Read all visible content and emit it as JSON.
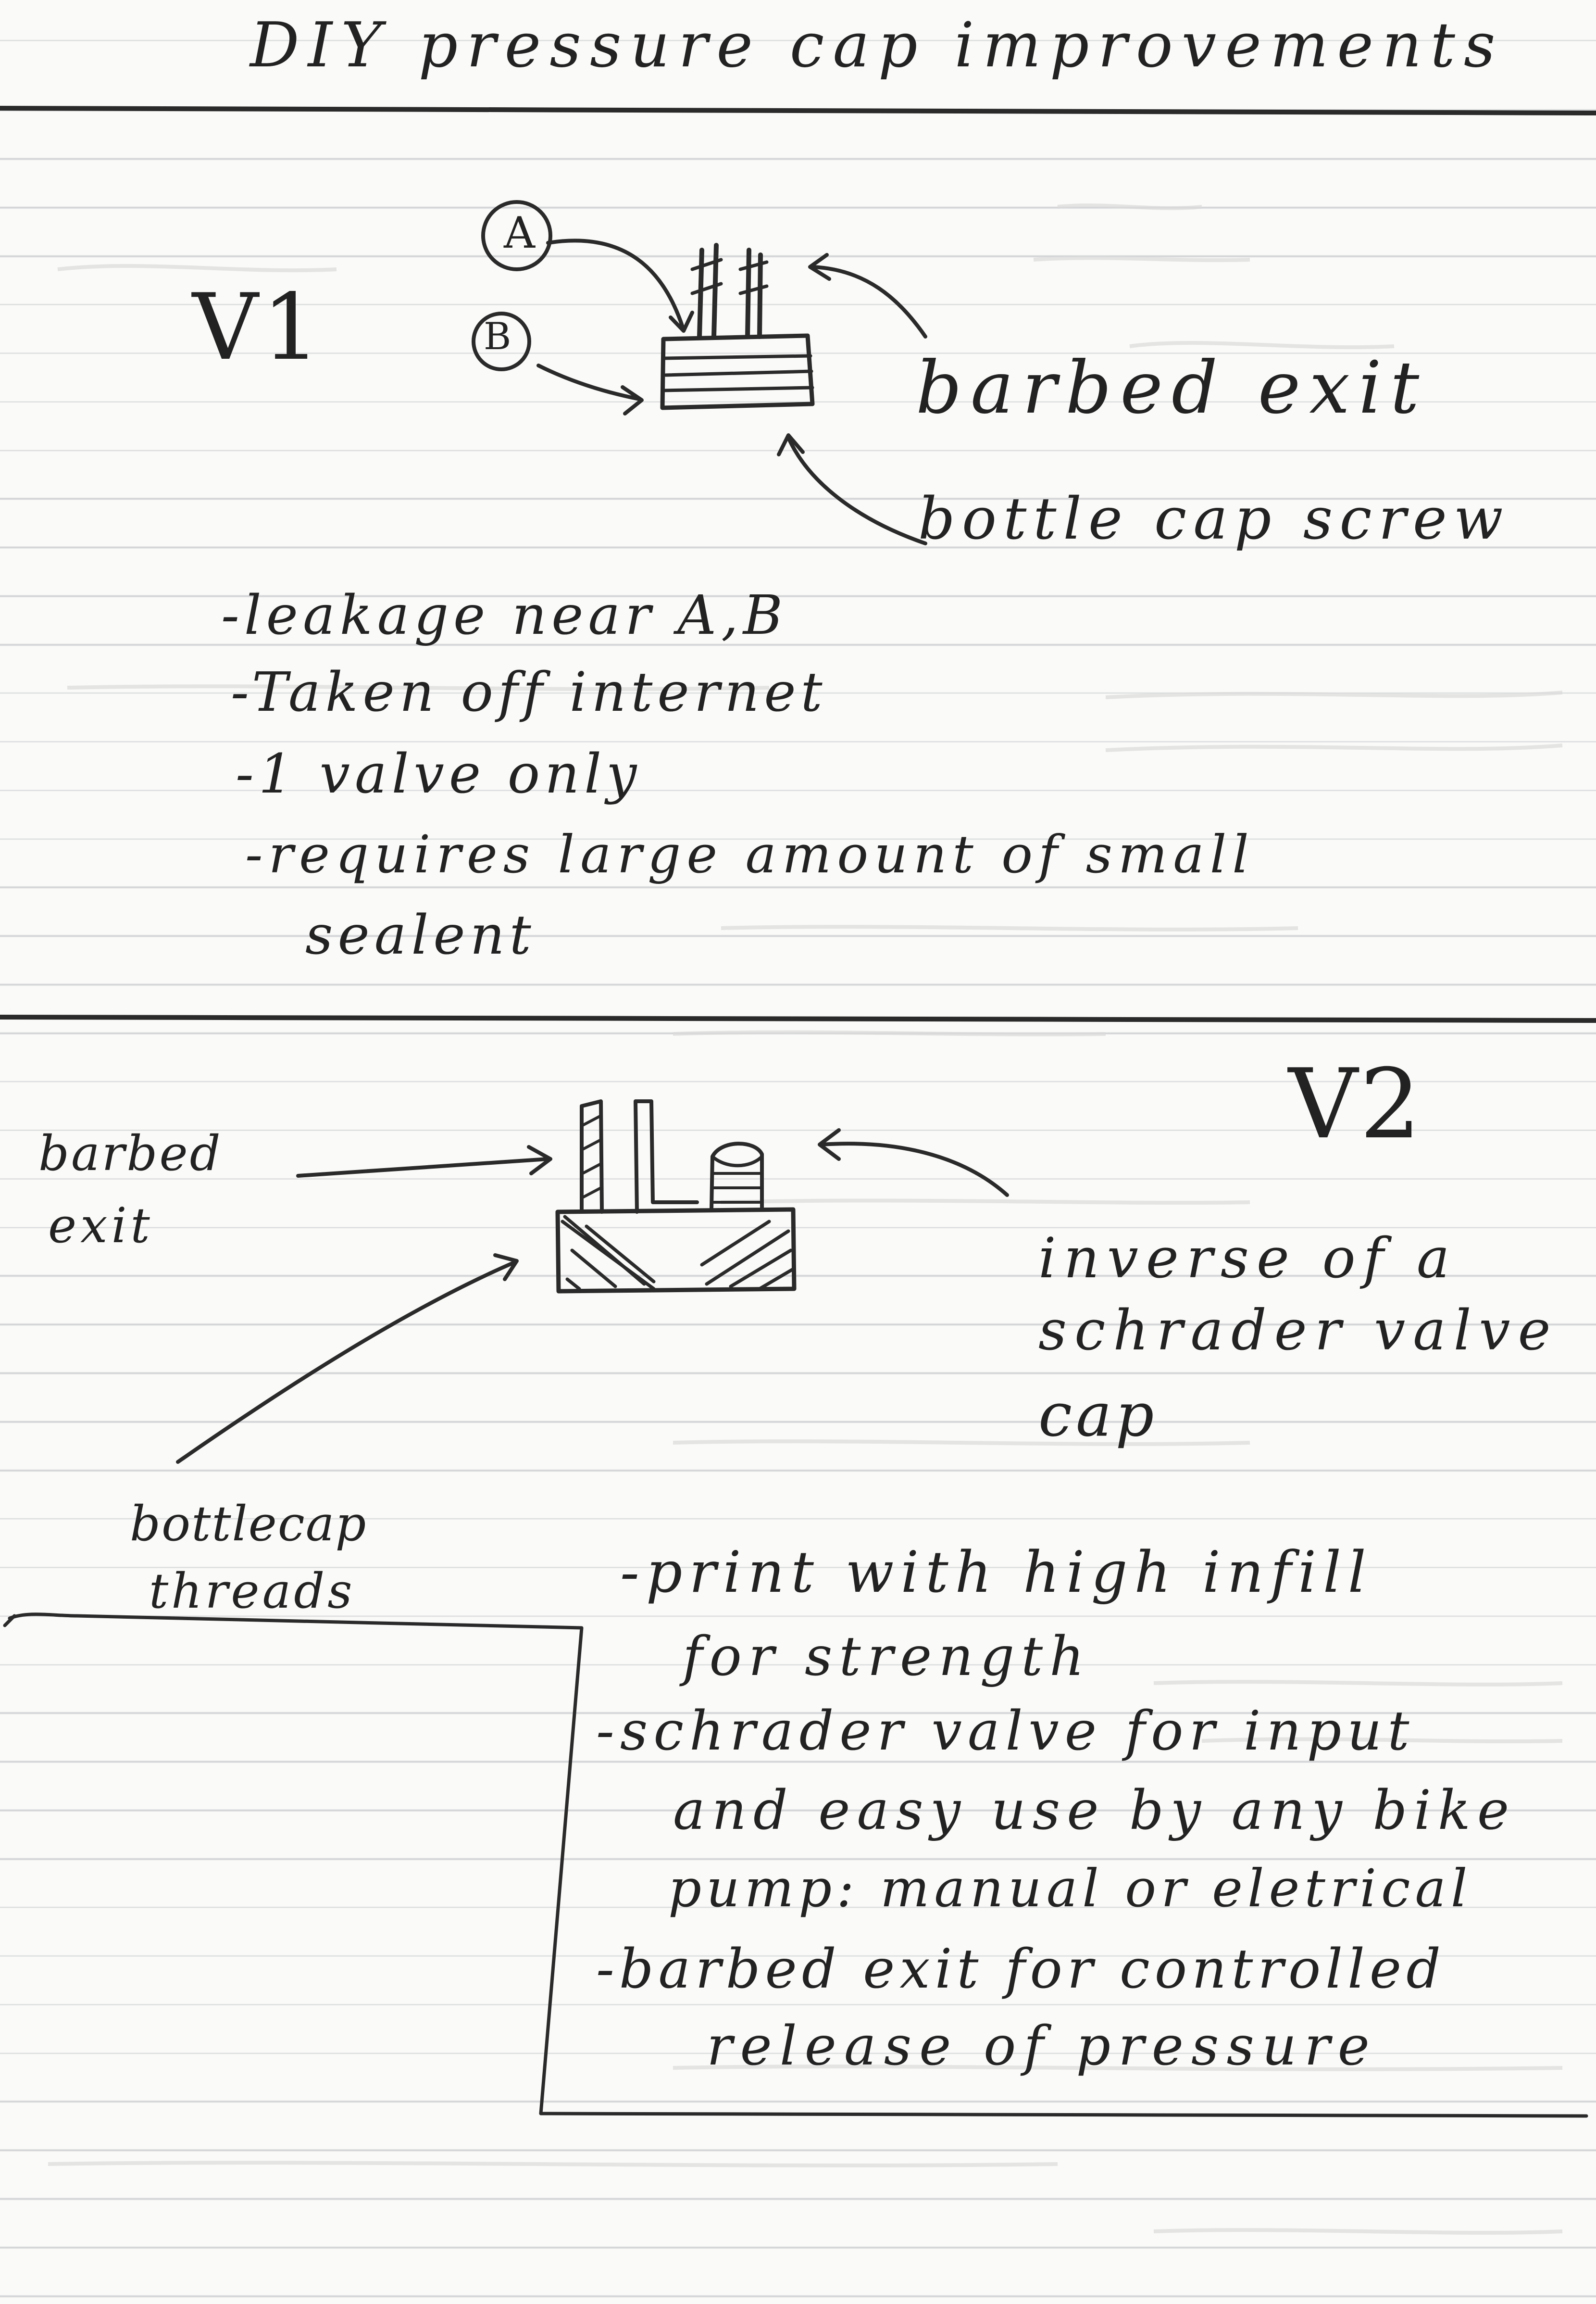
{
  "page": {
    "title": "DIY pressure cap improvements"
  },
  "v1": {
    "label": "V1",
    "callout_a": "A",
    "callout_b": "B",
    "label_barbed_exit": "barbed exit",
    "label_bottle_cap_screw": "bottle cap screw",
    "notes": [
      "-leakage near A,B",
      "-Taken off internet",
      "-1 valve only",
      "-requires large amount of small",
      "sealent"
    ]
  },
  "v2": {
    "label": "V2",
    "label_barbed_exit_line1": "barbed",
    "label_barbed_exit_line2": "exit",
    "label_schrader_line1": "inverse of a",
    "label_schrader_line2": "schrader valve",
    "label_schrader_line3": "cap",
    "label_threads_line1": "bottlecap",
    "label_threads_line2": "threads",
    "notes": [
      "-print with high infill",
      "for strength",
      "-schrader valve for input",
      "and easy use by any bike",
      "pump: manual or eletrical",
      "-barbed exit for controlled",
      "release of pressure"
    ]
  }
}
